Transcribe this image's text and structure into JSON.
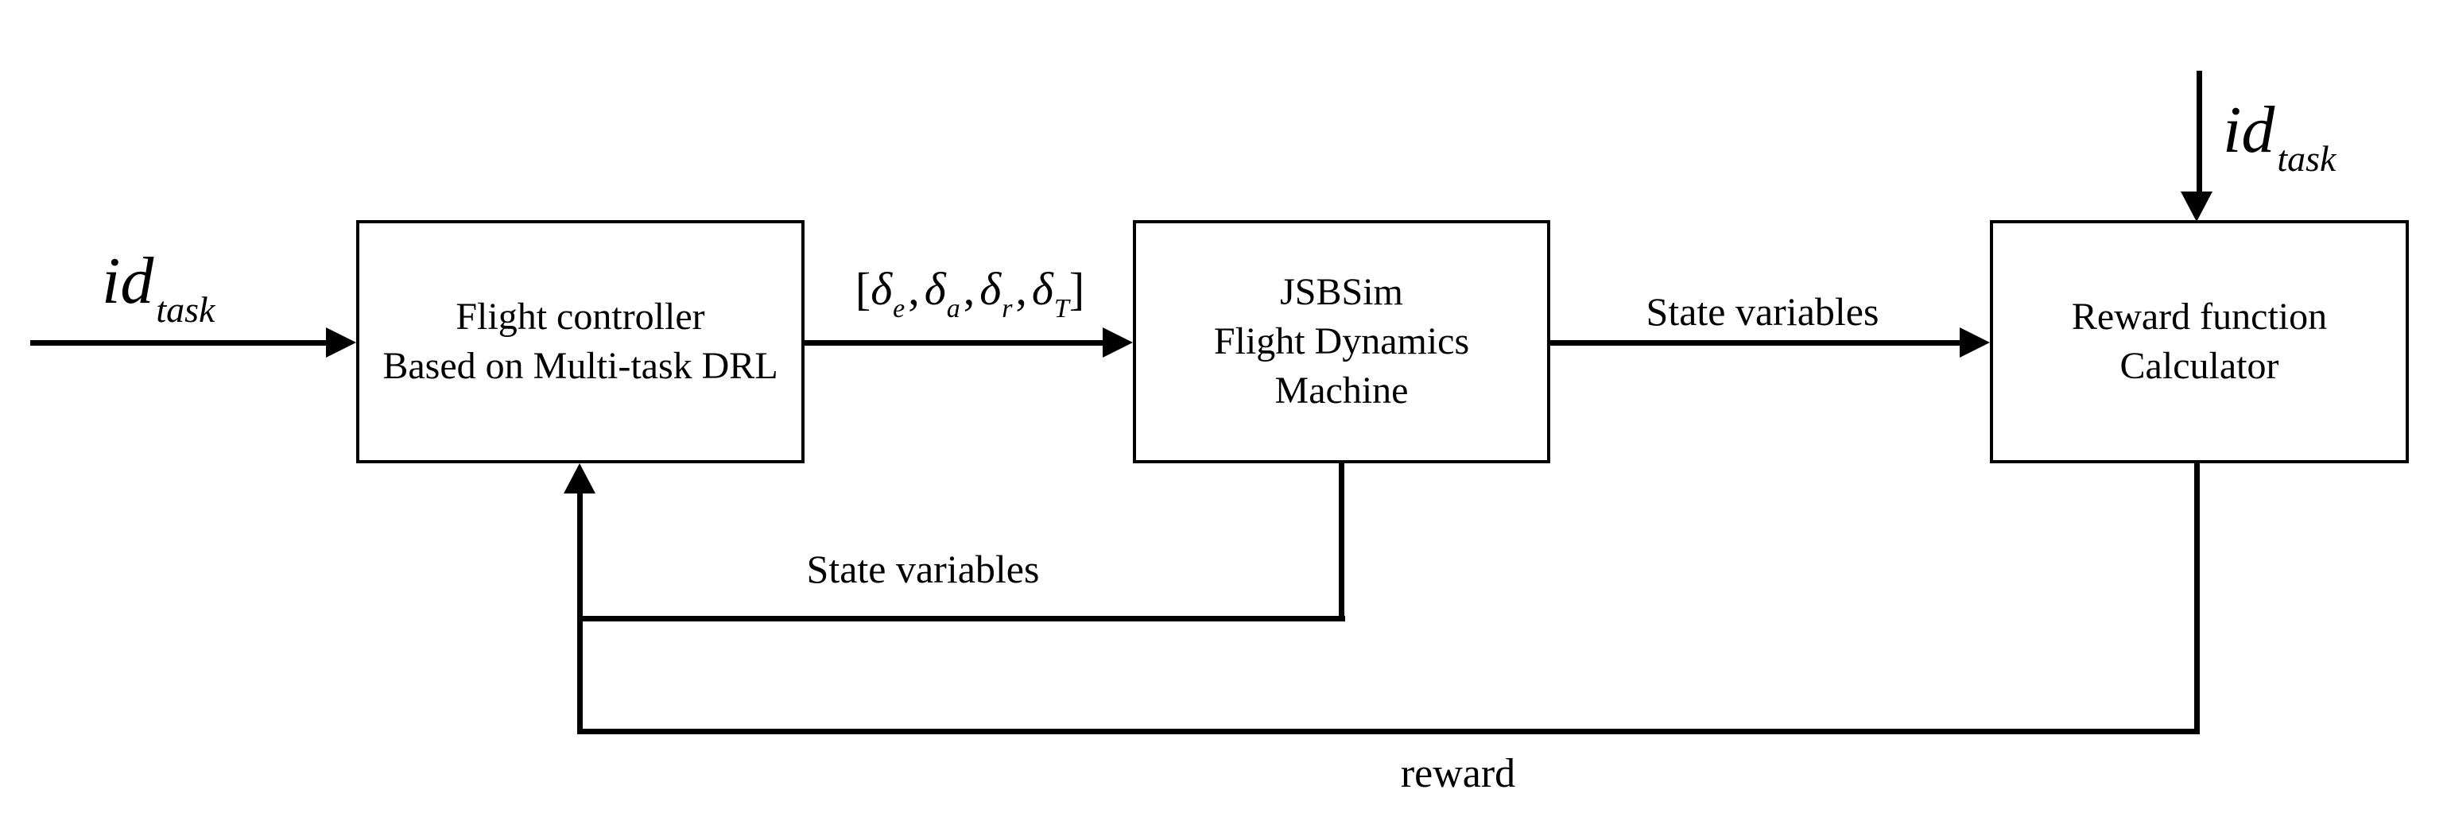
{
  "figure": {
    "background_color": "#ffffff",
    "line_color": "#000000"
  },
  "boxes": {
    "flight_controller": {
      "line1": "Flight controller",
      "line2": "Based on Multi-task DRL"
    },
    "jsbsim": {
      "line1": "JSBSim",
      "line2": "Flight Dynamics",
      "line3": "Machine"
    },
    "reward_calculator": {
      "line1": "Reward function",
      "line2": "Calculator"
    }
  },
  "labels": {
    "id_task_left": {
      "base": "id",
      "sub": "task"
    },
    "id_task_top": {
      "base": "id",
      "sub": "task"
    },
    "control_vector": {
      "open": "[",
      "delta": "δ",
      "sub_e": "e",
      "sub_a": "a",
      "sub_r": "r",
      "sub_T": "T",
      "comma": ",",
      "close": "]"
    },
    "state_variables_top": "State variables",
    "state_variables_feedback": "State variables",
    "reward": "reward"
  }
}
